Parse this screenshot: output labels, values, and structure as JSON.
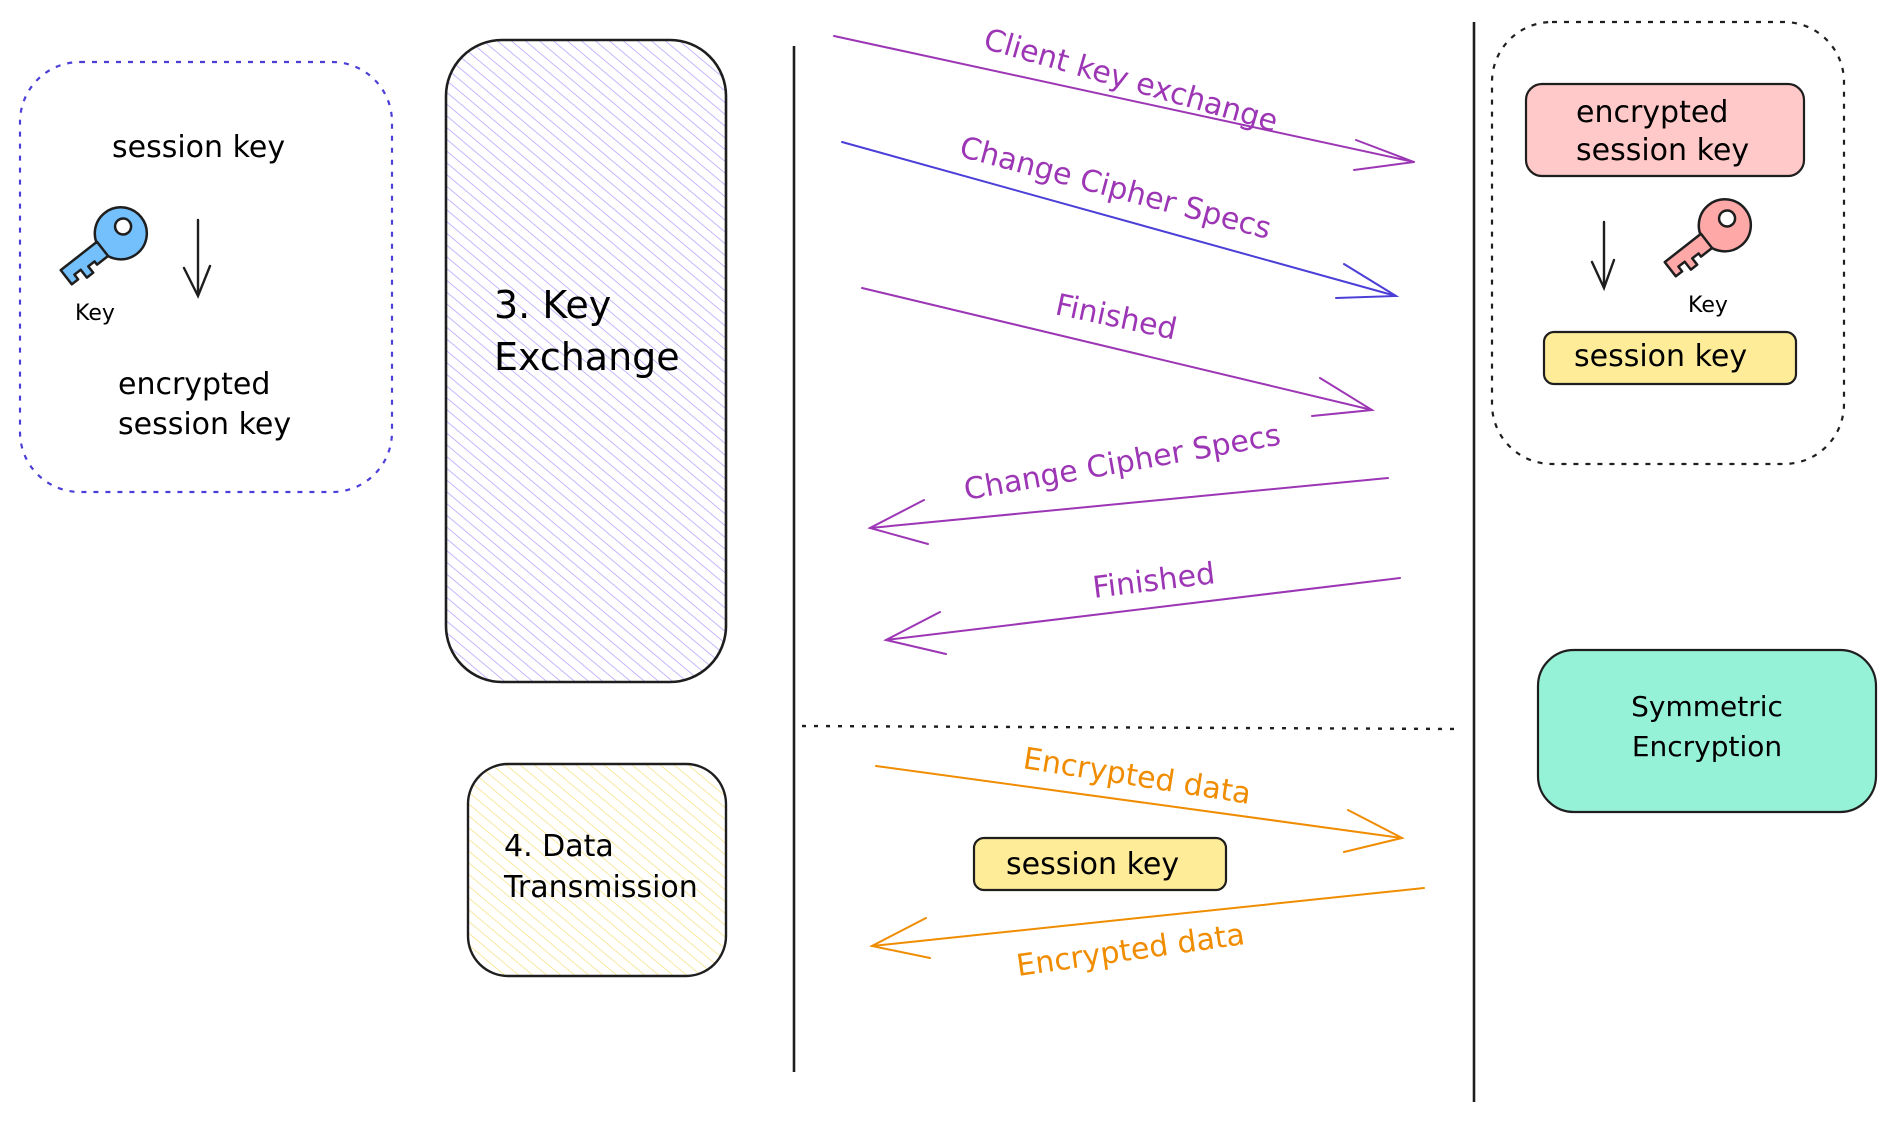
{
  "client_panel": {
    "session_key": "session key",
    "key_label": "Key",
    "encrypted_line1": "encrypted",
    "encrypted_line2": "session key"
  },
  "phases": {
    "key_exchange_line1": "3. Key",
    "key_exchange_line2": "Exchange",
    "data_transmission_line1": "4. Data",
    "data_transmission_line2": "Transmission"
  },
  "messages": {
    "client_key_exchange": "Client key exchange",
    "change_cipher_specs_client": "Change Cipher Specs",
    "finished_client": "Finished",
    "change_cipher_specs_server": "Change Cipher Specs",
    "finished_server": "Finished",
    "encrypted_data_out": "Encrypted data",
    "encrypted_data_in": "Encrypted data",
    "session_key_badge": "session key"
  },
  "server_panel": {
    "encrypted_line1": "encrypted",
    "encrypted_line2": "session key",
    "key_label": "Key",
    "session_key": "session key"
  },
  "symmetric": {
    "line1": "Symmetric",
    "line2": "Encryption"
  },
  "colors": {
    "purple": "#9c36b5",
    "violet": "#4c3fd8",
    "orange": "#f08c00",
    "blue_key": "#74c0fc",
    "pink_key": "#ffa8a8",
    "red_box": "#ffc9c9",
    "yellow_box": "#ffec99",
    "teal_box": "#96f2d7",
    "lavender_hatch": "#d0bfff",
    "yellow_hatch": "#ffec99"
  }
}
